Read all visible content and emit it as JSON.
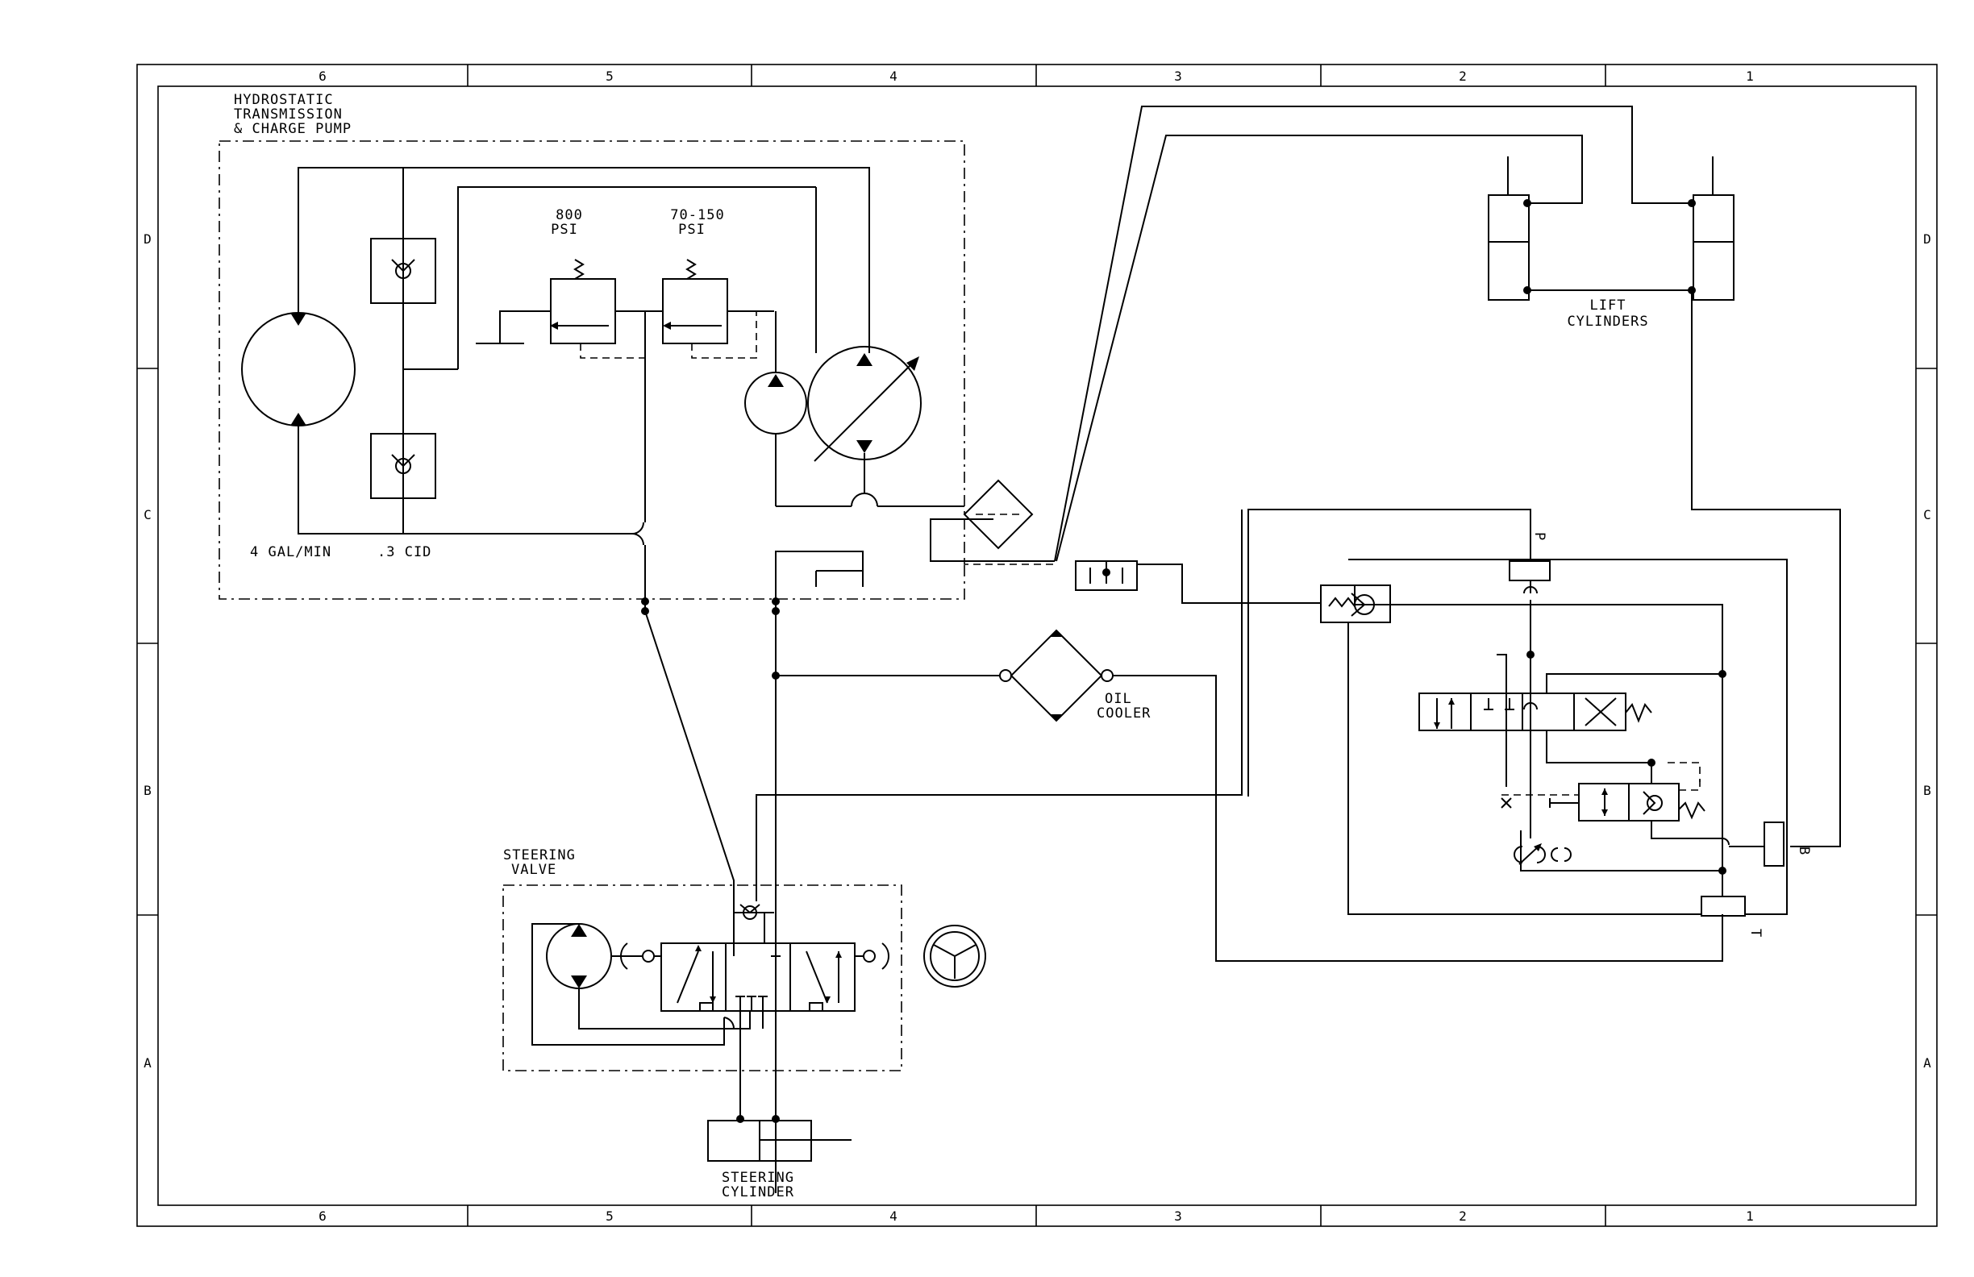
{
  "border": {
    "columns": [
      "6",
      "5",
      "4",
      "3",
      "2",
      "1"
    ],
    "rows": [
      "D",
      "C",
      "B",
      "A"
    ]
  },
  "labels": {
    "hydrostatic_line1": "HYDROSTATIC",
    "hydrostatic_line2": "TRANSMISSION",
    "hydrostatic_line3": "& CHARGE PUMP",
    "relief_800_value": "800",
    "relief_800_unit": "PSI",
    "relief_70_value": "70-150",
    "relief_70_unit": "PSI",
    "flow_rate": "4 GAL/MIN",
    "displacement": ".3 CID",
    "lift_line1": "LIFT",
    "lift_line2": "CYLINDERS",
    "oil_cooler_line1": "OIL",
    "oil_cooler_line2": "COOLER",
    "port_p": "P",
    "port_b": "B",
    "port_t": "T",
    "steering_valve_line1": "STEERING",
    "steering_valve_line2": "VALVE",
    "steering_cyl_line1": "STEERING",
    "steering_cyl_line2": "CYLINDER"
  }
}
